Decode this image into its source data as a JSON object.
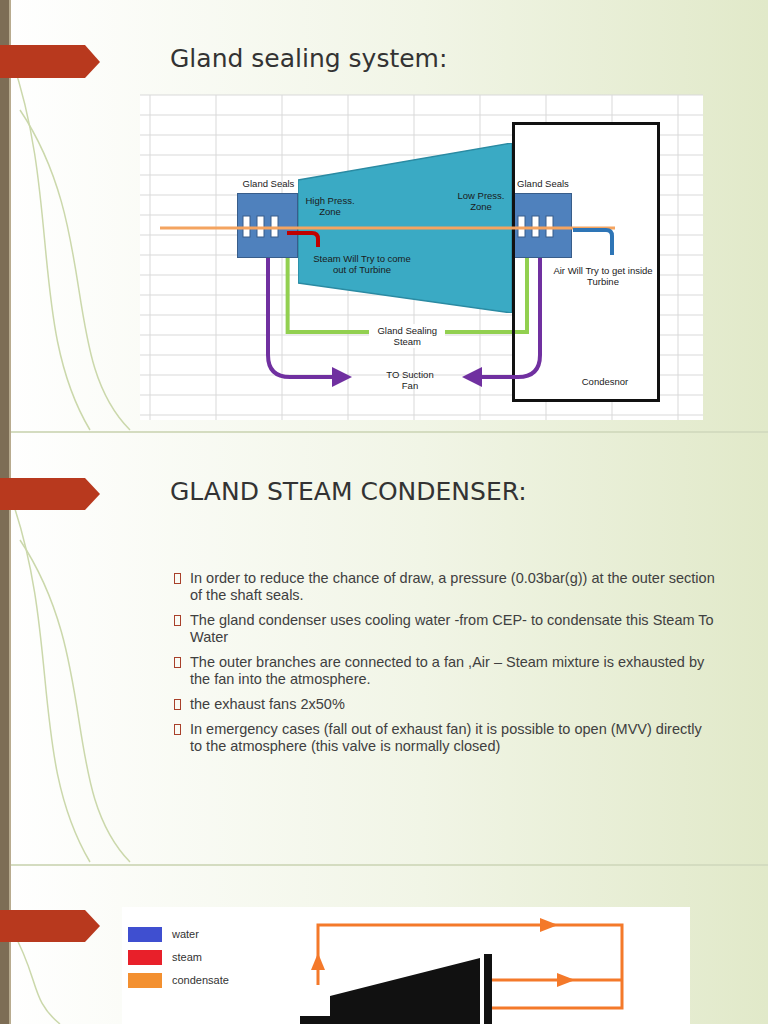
{
  "diagram": {
    "title": "Gland sealing system:",
    "nodes": [
      {
        "text": [
          "Gland Seals"
        ]
      },
      {
        "text": [
          "High Press. Zone",
          "Steam Will Try to come out of Turbine",
          "Low Press. Zone"
        ]
      },
      {
        "text": [
          "Gland Seals"
        ]
      },
      {
        "text": [
          "Air Will Try to get inside Turbine",
          "Condesnor"
        ]
      }
    ],
    "edges": [
      {
        "from": 0,
        "to": 2,
        "label": "Gland Sealing Steam",
        "arrow": "none"
      }
    ],
    "labels": [
      "TO Suction Fan",
      "GLAND STEAM CONDENSER:",
      "In order to reduce the chance of draw, a pressure (0.03bar(g)) at the outer section of the shaft seals.",
      "The gland condenser uses cooling water -from CEP- to condensate this Steam To Water",
      "The outer branches are connected to a fan ,Air – Steam mixture is exhausted by the fan into the atmosphere.",
      "the exhaust fans 2x50%",
      "In emergency cases (fall out of exhaust fan) it is possible to open (MVV) directly to the atmosphere (this valve is normally closed)"
    ],
    "legend": [
      {
        "text": "water",
        "color": "#3f4fd0"
      },
      {
        "text": "steam",
        "color": "#e8202a"
      },
      {
        "text": "condensate",
        "color": "#f39030"
      }
    ]
  }
}
